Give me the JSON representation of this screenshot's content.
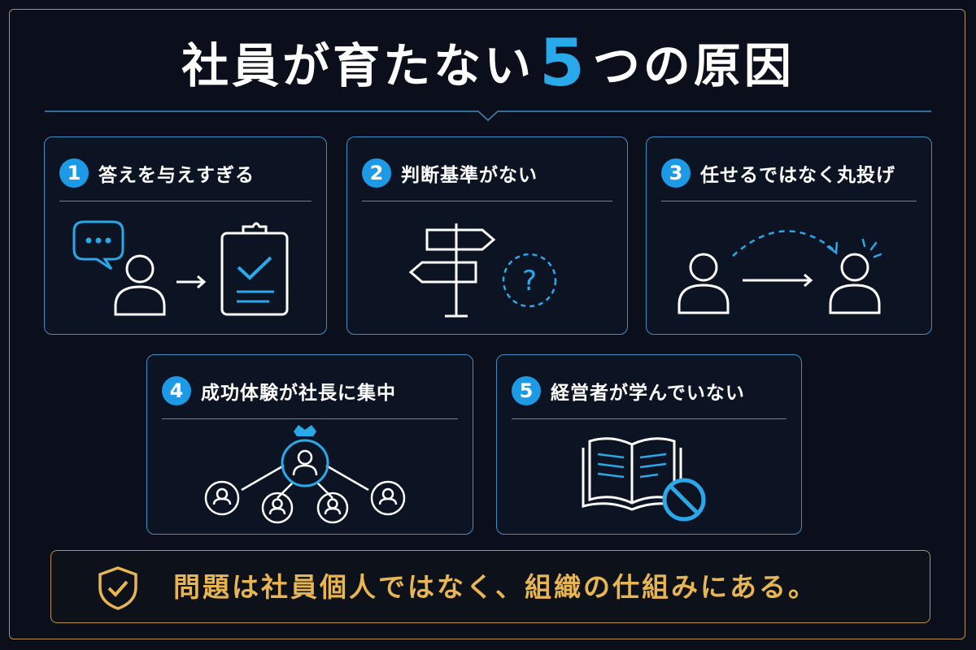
{
  "title": {
    "main": "社員が育たない",
    "number": "5",
    "suffix": "つの原因"
  },
  "cards": [
    {
      "num": "1",
      "title": "答えを与えすぎる"
    },
    {
      "num": "2",
      "title": "判断基準がない"
    },
    {
      "num": "3",
      "title": "任せるではなく丸投げ"
    },
    {
      "num": "4",
      "title": "成功体験が社長に集中"
    },
    {
      "num": "5",
      "title": "経営者が学んでいない"
    }
  ],
  "card2_icon_text": "?",
  "banner": {
    "text": "問題は社員個人ではなく、組織の仕組みにある。"
  },
  "colors": {
    "background": "#0b0f1c",
    "accent_blue": "#1d9ae6",
    "gold": "#e8b553",
    "card_border": "#3d8fc4"
  },
  "icons": [
    "speech-bubble-icon",
    "person-icon",
    "arrow-right-icon",
    "clipboard-check-icon",
    "signpost-icon",
    "question-circle-icon",
    "dashed-arc-arrow-icon",
    "org-chart-icon",
    "crown-icon",
    "open-book-icon",
    "prohibited-icon",
    "shield-check-icon"
  ]
}
